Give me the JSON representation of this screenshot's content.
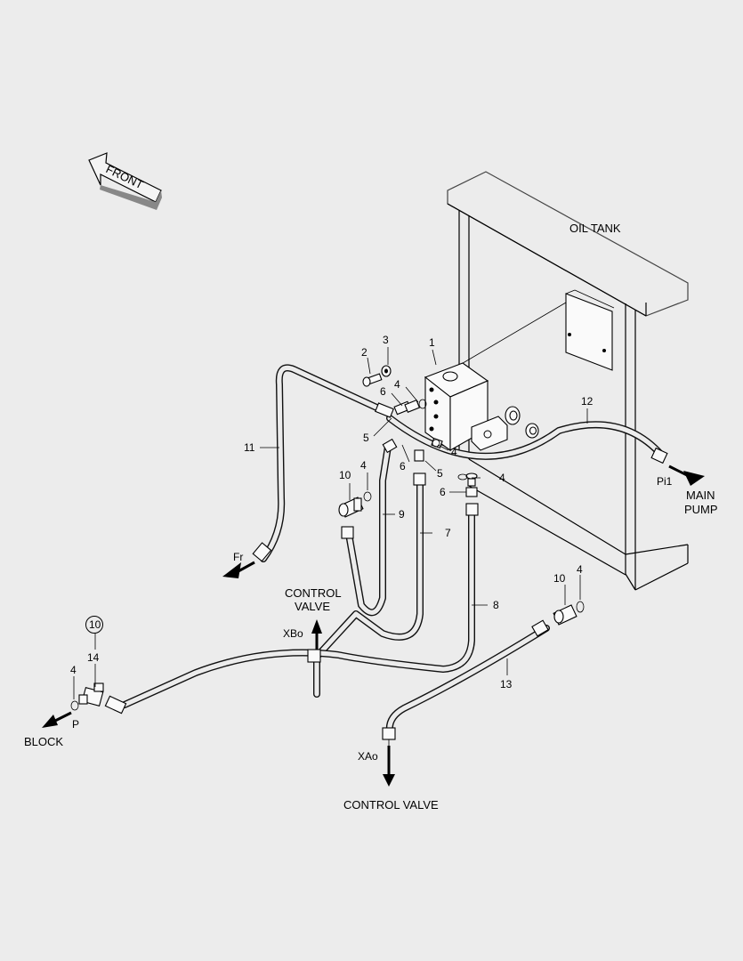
{
  "labels": {
    "front": "FRONT",
    "oil_tank": "OIL TANK",
    "main_pump": [
      "MAIN",
      "PUMP"
    ],
    "pi1": "Pi1",
    "fr": "Fr",
    "control_valve_top": [
      "CONTROL",
      "VALVE"
    ],
    "xbo": "XBo",
    "xao": "XAo",
    "control_valve_bottom": "CONTROL VALVE",
    "block": "BLOCK",
    "p": "P"
  },
  "callouts": {
    "c1": "1",
    "c2": "2",
    "c3": "3",
    "c4a": "4",
    "c4b": "4",
    "c4c": "4",
    "c4d": "4",
    "c4e": "4",
    "c4f": "4",
    "c5a": "5",
    "c5b": "5",
    "c6a": "6",
    "c6b": "6",
    "c6c": "6",
    "c7": "7",
    "c8": "8",
    "c9": "9",
    "c10a": "10",
    "c10b": "10",
    "c10c": "10",
    "c11": "11",
    "c12": "12",
    "c13": "13",
    "c14": "14"
  },
  "colors": {
    "background": "#ececec",
    "line": "#000000"
  }
}
